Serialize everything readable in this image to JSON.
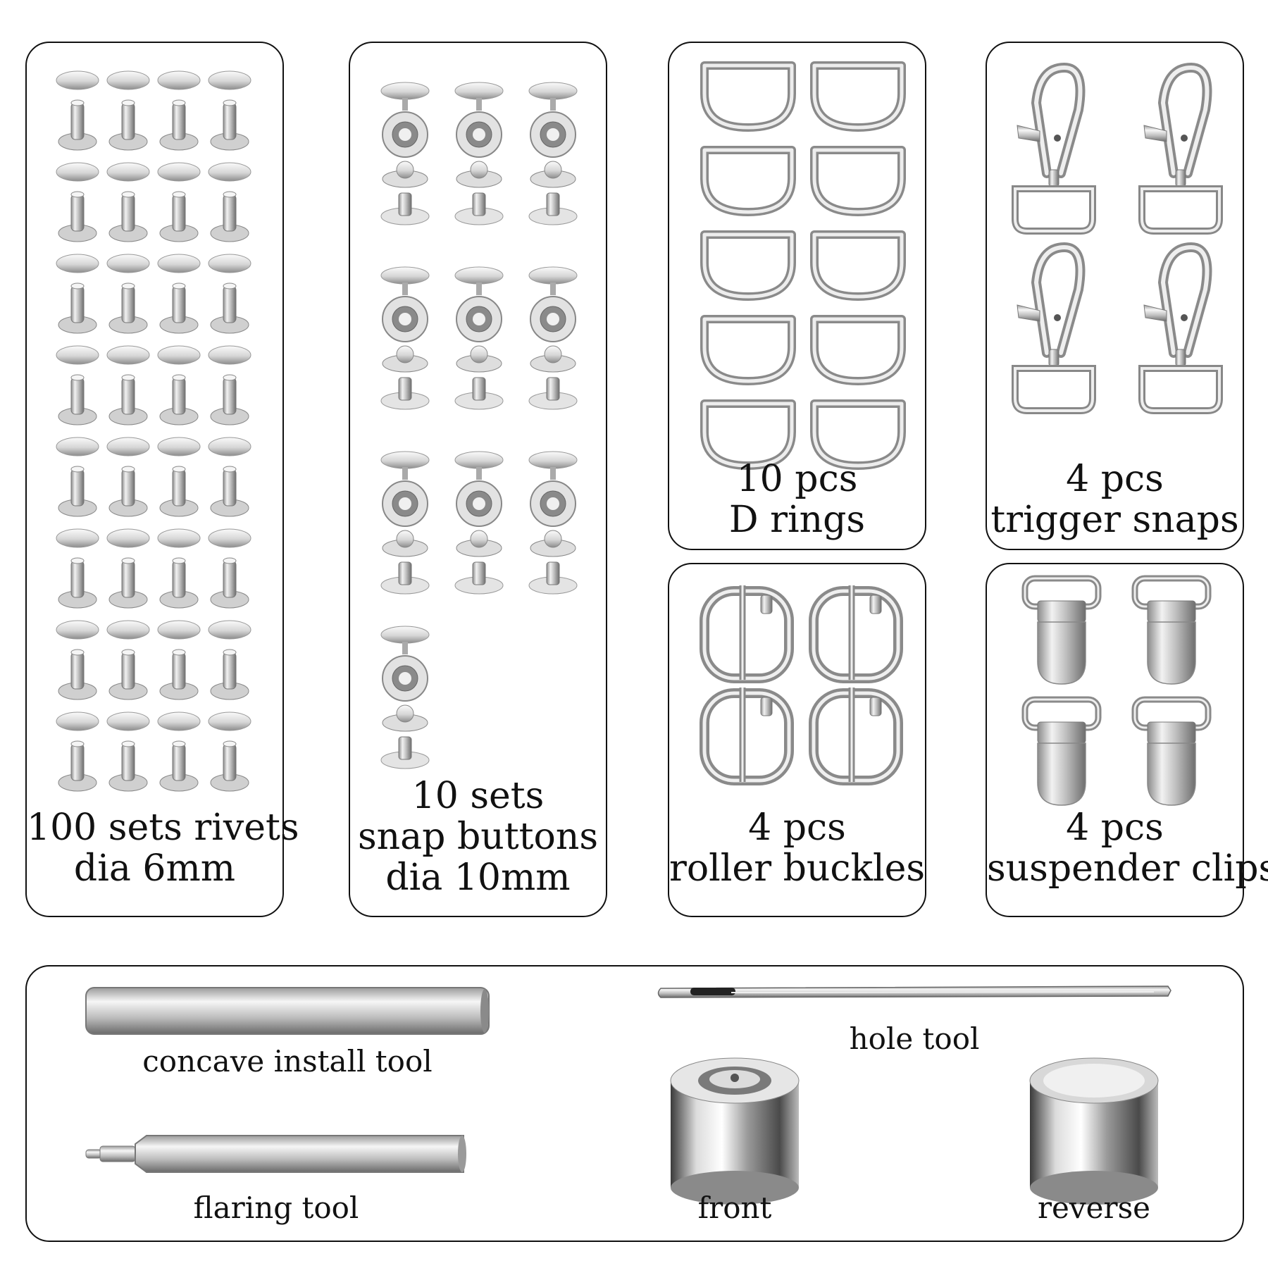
{
  "panels": {
    "rivets": {
      "line1": "100 sets rivets",
      "line2": "dia 6mm"
    },
    "snaps": {
      "line1": "10 sets",
      "line2": "snap buttons",
      "line3": "dia 10mm"
    },
    "d_rings": {
      "line1": "10 pcs",
      "line2": "D rings"
    },
    "trigger_snaps": {
      "line1": "4 pcs",
      "line2": "trigger snaps"
    },
    "roller_buckles": {
      "line1": "4 pcs",
      "line2": "roller buckles"
    },
    "suspender_clips": {
      "line1": "4 pcs",
      "line2": "suspender clips"
    }
  },
  "tools": {
    "concave": "concave install tool",
    "hole": "hole tool",
    "flaring": "flaring tool",
    "front": "front",
    "reverse": "reverse"
  },
  "icons": [
    "rivet-icon",
    "snap-button-icon",
    "d-ring-icon",
    "trigger-snap-icon",
    "roller-buckle-icon",
    "suspender-clip-icon",
    "concave-tool-icon",
    "hole-punch-icon",
    "flaring-tool-icon",
    "anvil-front-icon",
    "anvil-reverse-icon"
  ],
  "colors": {
    "metal_light": "#f4f4f4",
    "metal_mid": "#c8c8c8",
    "metal_dark": "#7a7a7a",
    "border": "#111111"
  }
}
